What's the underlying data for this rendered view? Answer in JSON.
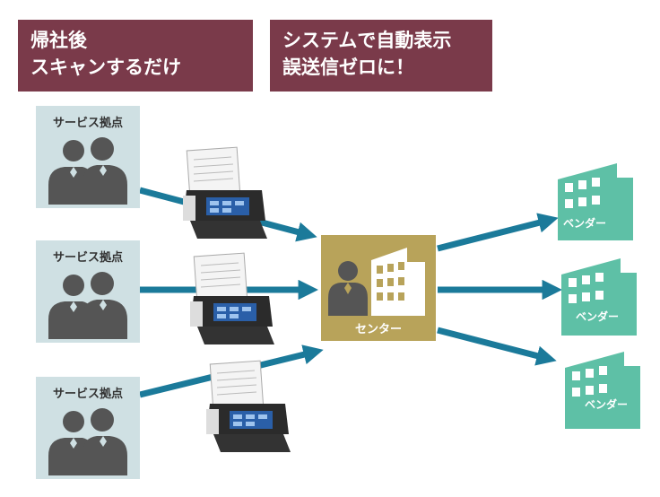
{
  "banners": {
    "left": [
      "帰社後",
      "スキャンするだけ"
    ],
    "right": [
      "システムで自動表示",
      "誤送信ゼロに！"
    ]
  },
  "sites": [
    {
      "label": "サービス拠点"
    },
    {
      "label": "サービス拠点"
    },
    {
      "label": "サービス拠点"
    }
  ],
  "center": {
    "label": "センター"
  },
  "vendors": [
    {
      "label": "ベンダー"
    },
    {
      "label": "ベンダー"
    },
    {
      "label": "ベンダー"
    }
  ],
  "colors": {
    "banner": "#7a3a4a",
    "site_bg": "#cfe0e3",
    "person": "#555555",
    "arrow": "#1b7a9a",
    "center": "#b8a35a",
    "building": "#5ec0a6"
  },
  "icons": [
    "person-pair-icon",
    "scanner-icon",
    "person-icon",
    "building-icon",
    "arrow-icon"
  ]
}
